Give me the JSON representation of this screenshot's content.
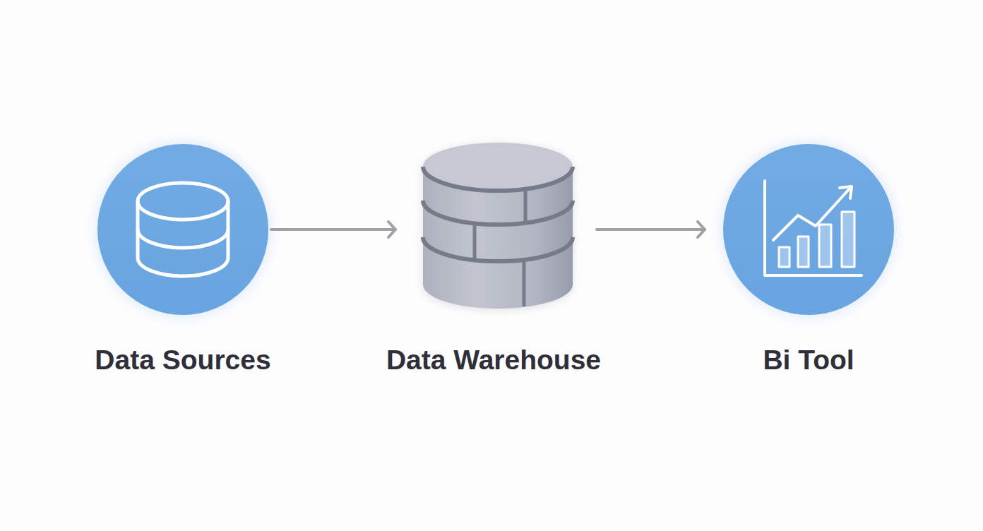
{
  "diagram": {
    "nodes": [
      {
        "text": [
          "Data Sources"
        ]
      },
      {
        "text": [
          "Data Warehouse"
        ]
      },
      {
        "text": [
          "Bi Tool"
        ]
      }
    ],
    "edges": [
      {
        "from": 0,
        "to": 1,
        "arrow": "to"
      },
      {
        "from": 1,
        "to": 2,
        "arrow": "to"
      }
    ]
  }
}
